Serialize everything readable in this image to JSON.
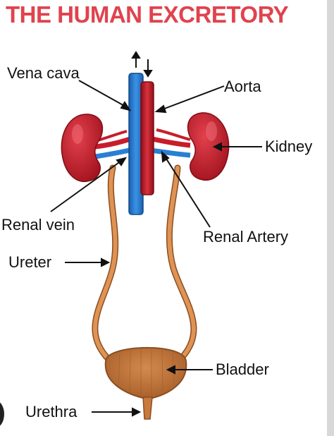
{
  "title": "THE HUMAN EXCRETORY",
  "labels": {
    "vena_cava": "Vena cava",
    "aorta": "Aorta",
    "kidney": "Kidney",
    "renal_vein": "Renal vein",
    "renal_artery": "Renal Artery",
    "ureter": "Ureter",
    "bladder": "Bladder",
    "urethra": "Urethra"
  },
  "colors": {
    "title": "#e0434e",
    "kidney": "#c8202e",
    "artery": "#c91c2a",
    "vein": "#2a7fd4",
    "ureter": "#d98a4a",
    "bladder": "#c77a3d"
  },
  "icons": {
    "flow": "up-down-arrows-icon"
  }
}
